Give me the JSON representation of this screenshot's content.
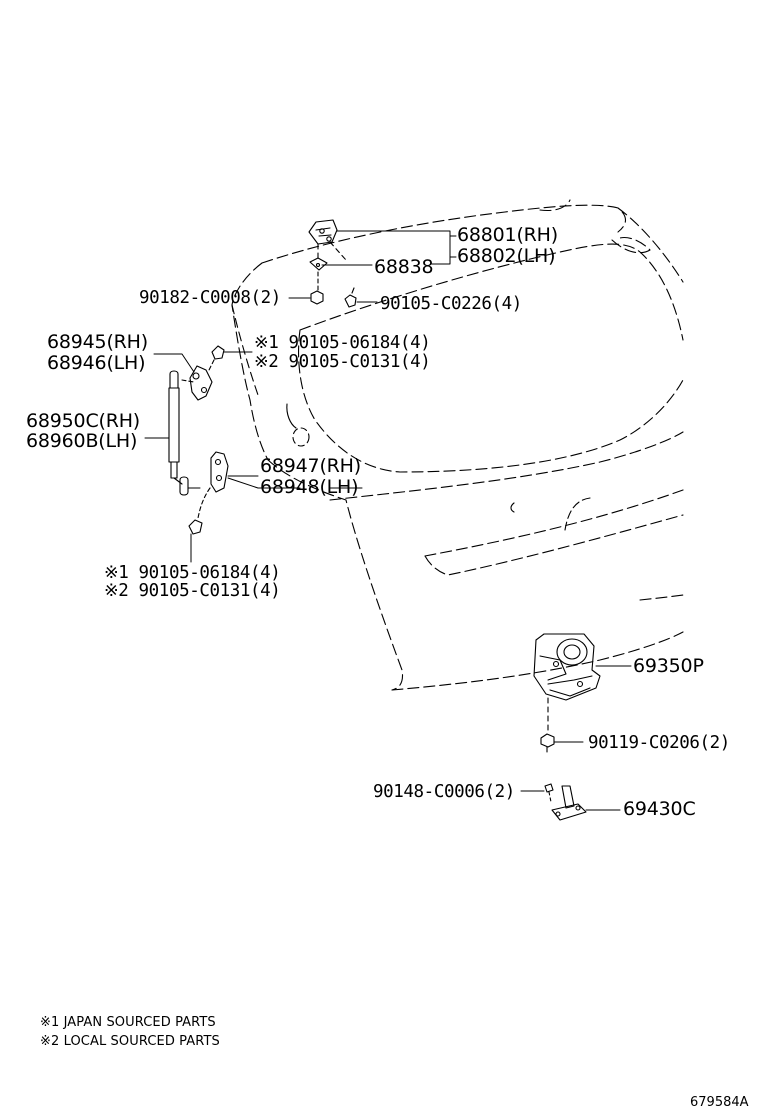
{
  "callouts": {
    "p68801": "68801(RH)",
    "p68802": "68802(LH)",
    "p68838": "68838",
    "p90182": "90182-C0008(2)",
    "p90105_c0226": "90105-C0226(4)",
    "p68945": "68945(RH)",
    "p68946": "68946(LH)",
    "upper_bolt_1": "※1 90105-06184(4)",
    "upper_bolt_2": "※2 90105-C0131(4)",
    "p68950c": "68950C(RH)",
    "p68960b": "68960B(LH)",
    "p68947": "68947(RH)",
    "p68948": "68948(LH)",
    "lower_bolt_1": "※1 90105-06184(4)",
    "lower_bolt_2": "※2 90105-C0131(4)",
    "p69350p": "69350P",
    "p90119": "90119-C0206(2)",
    "p90148": "90148-C0006(2)",
    "p69430c": "69430C"
  },
  "notes": {
    "note1": "※1 JAPAN SOURCED PARTS",
    "note2": "※2 LOCAL SOURCED PARTS"
  },
  "doc_id": "679584A",
  "colors": {
    "ink": "#000000",
    "paper": "#ffffff"
  }
}
